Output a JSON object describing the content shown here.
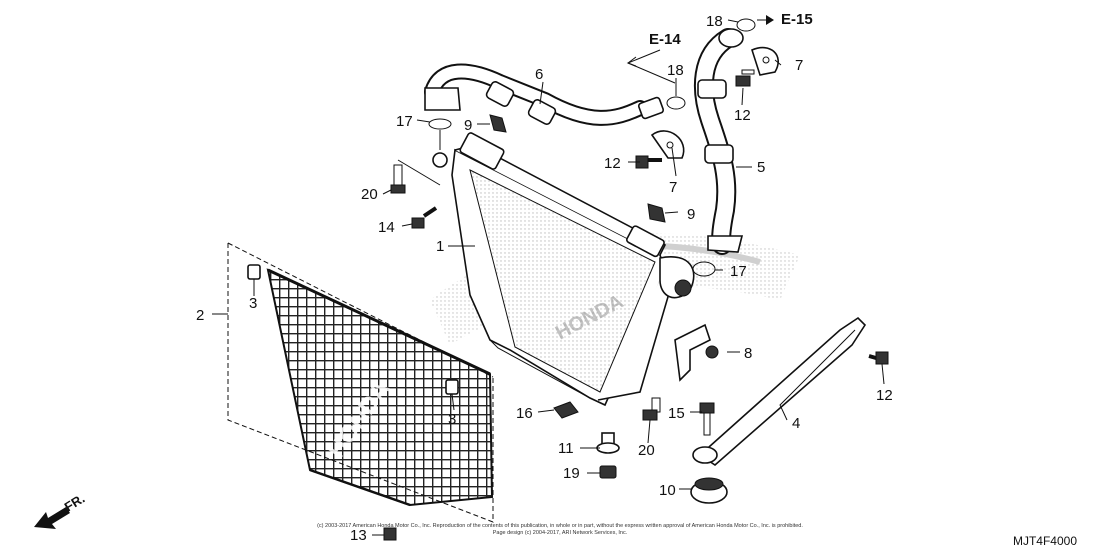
{
  "diagram": {
    "part_code": "MJT4F4000",
    "front_label": "FR.",
    "copyright": [
      "(c) 2003-2017 American Honda Motor Co., Inc. Reproduction of the contents of this publication, in whole or in part, without the express written approval of American Honda Motor Co., Inc. is prohibited.",
      "Page design (c) 2004-2017, ARI Network Services, Inc."
    ],
    "refs": {
      "e14": "E-14",
      "e15": "E-15"
    },
    "callouts": {
      "n1": "1",
      "n2": "2",
      "n3a": "3",
      "n3b": "3",
      "n4": "4",
      "n5": "5",
      "n6": "6",
      "n7a": "7",
      "n7b": "7",
      "n8": "8",
      "n9a": "9",
      "n9b": "9",
      "n10": "10",
      "n11": "11",
      "n12a": "12",
      "n12b": "12",
      "n12c": "12",
      "n13": "13",
      "n14": "14",
      "n15": "15",
      "n16": "16",
      "n17a": "17",
      "n17b": "17",
      "n18a": "18",
      "n18b": "18",
      "n19": "19",
      "n20a": "20",
      "n20b": "20"
    }
  }
}
